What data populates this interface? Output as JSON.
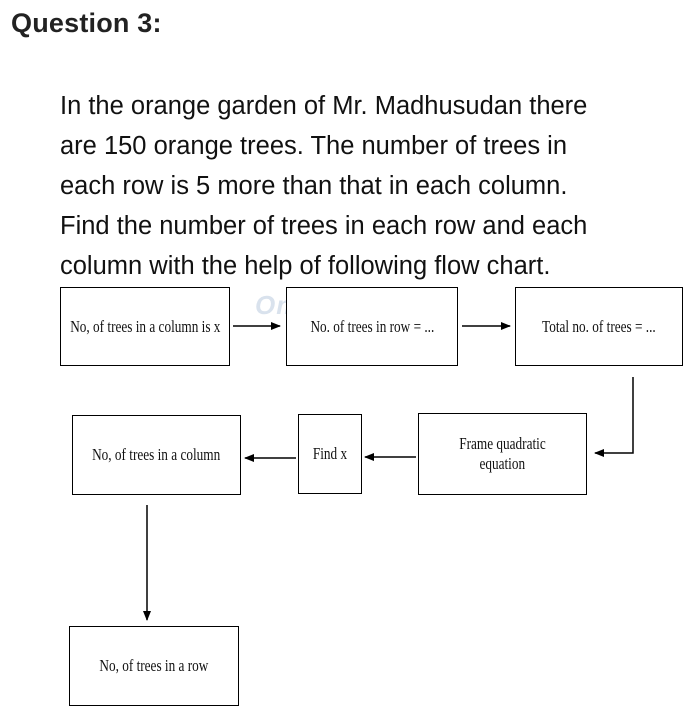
{
  "heading": "Question 3:",
  "paragraph_lines": [
    "In the orange garden of Mr. Madhusudan there",
    "are 150 orange trees. The number of trees in",
    "each row is 5 more than that in each column.",
    "Find the number of trees in each row and each",
    "column with the help of following flow chart."
  ],
  "watermark": "Omtex Classes",
  "flowchart": {
    "box1": "No, of trees in a column is x",
    "box2": "No. of trees in row = ...",
    "box3": "Total no. of trees = ...",
    "box4_line1": "Frame quadratic",
    "box4_line2": "equation",
    "box5": "Find x",
    "box6": "No, of trees in a column",
    "box7": "No, of trees in a row"
  }
}
